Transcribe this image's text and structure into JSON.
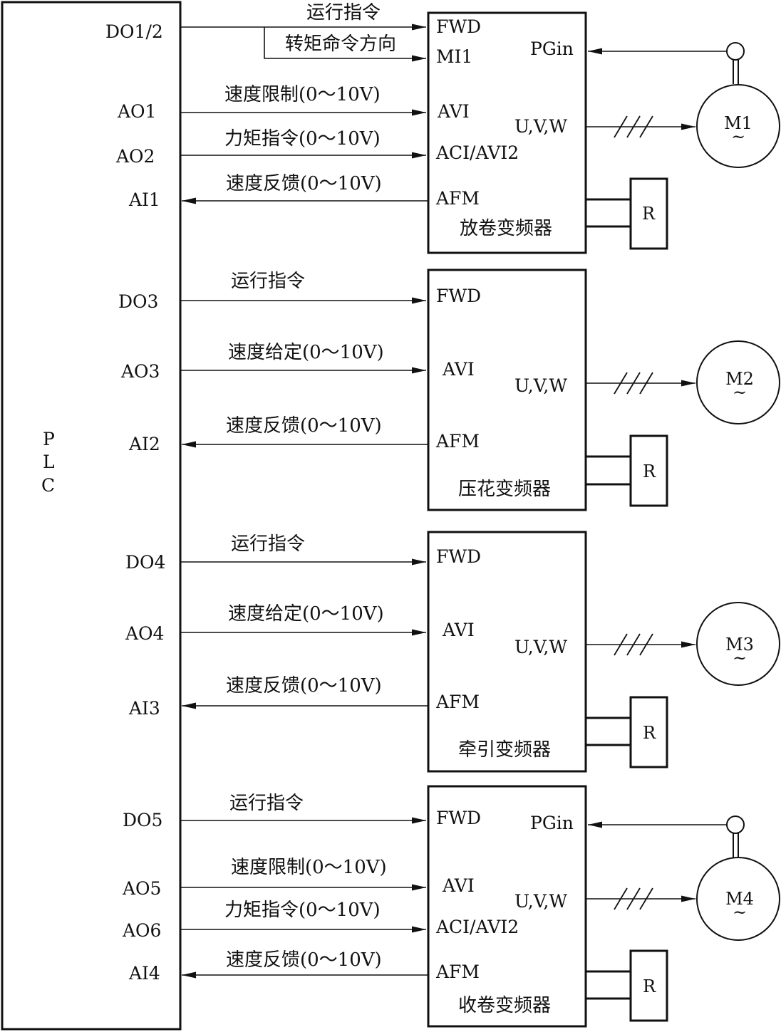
{
  "plc_letters": [
    "P",
    "L",
    "C"
  ],
  "drives": [
    {
      "name": "放卷变频器",
      "pins": {
        "fwd": "FWD",
        "mi1": "MI1",
        "pgin": "PGin",
        "avi": "AVI",
        "aci": "ACI/AVI2",
        "uvw": "U,V,W",
        "afm": "AFM"
      },
      "ports": {
        "do": "DO1/2",
        "ao1": "AO1",
        "ao2": "AO2",
        "ai": "AI1"
      },
      "signals": {
        "run": "运行指令",
        "torque_dir": "转矩命令方向",
        "speed": "速度限制(0～10V)",
        "torque": "力矩指令(0～10V)",
        "feedback": "速度反馈(0～10V)"
      },
      "motor": "M1",
      "resistor": "R"
    },
    {
      "name": "压花变频器",
      "pins": {
        "fwd": "FWD",
        "avi": "AVI",
        "uvw": "U,V,W",
        "afm": "AFM"
      },
      "ports": {
        "do": "DO3",
        "ao1": "AO3",
        "ai": "AI2"
      },
      "signals": {
        "run": "运行指令",
        "speed": "速度给定(0～10V)",
        "feedback": "速度反馈(0～10V)"
      },
      "motor": "M2",
      "resistor": "R"
    },
    {
      "name": "牵引变频器",
      "pins": {
        "fwd": "FWD",
        "avi": "AVI",
        "uvw": "U,V,W",
        "afm": "AFM"
      },
      "ports": {
        "do": "DO4",
        "ao1": "AO4",
        "ai": "AI3"
      },
      "signals": {
        "run": "运行指令",
        "speed": "速度给定(0～10V)",
        "feedback": "速度反馈(0～10V)"
      },
      "motor": "M3",
      "resistor": "R"
    },
    {
      "name": "收卷变频器",
      "pins": {
        "fwd": "FWD",
        "pgin": "PGin",
        "avi": "AVI",
        "aci": "ACI/AVI2",
        "uvw": "U,V,W",
        "afm": "AFM"
      },
      "ports": {
        "do": "DO5",
        "ao1": "AO5",
        "ao2": "AO6",
        "ai": "AI4"
      },
      "signals": {
        "run": "运行指令",
        "speed": "速度限制(0～10V)",
        "torque": "力矩指令(0～10V)",
        "feedback": "速度反馈(0～10V)"
      },
      "motor": "M4",
      "resistor": "R"
    }
  ],
  "motor_symbol": "~"
}
